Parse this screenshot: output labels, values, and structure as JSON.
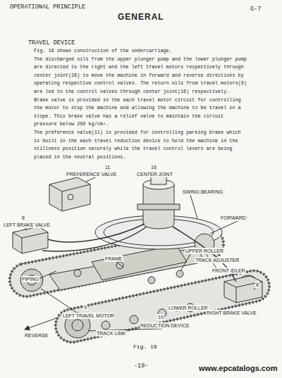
{
  "diagram": {
    "title": "GENERAL",
    "caption": "Fig. 18",
    "labels": [
      "OPERATIONAL PRINCIPLE",
      "G-7",
      "TRAVEL DEVICE",
      "Fig. 18 shows construction of the undercarriage.",
      "The discharged oils from the upper plunger pump and the lower plunger pump are directed to the right and the left travel motors respectively through center joint(16) to move the machine in forward and reverse directions by operating respective control valves. The return oils from travel motors(9) are led to the control valves through center joint(16) respectively.",
      "Brake valve is provided in the each travel motor circuit for controlling the motor to stop the machine and allowing the machine to be travel on a slope. This brake valve has a relief valve to maintain the circuit pressure below 250 kg/cm².",
      "The preference valve(11) is provided for controlling parking brake which is built in the each travel reduction device to hold the machine in the stillness position securely while the travel control levers are being placed in the neutral positions.",
      "11",
      "PREFERENCE VALVE",
      "16",
      "CENTER JOINT",
      "SWING BEARING",
      "FORWARD",
      "8",
      "LEFT BRAKE VALVE",
      "FRAME",
      "UPPER ROLLER",
      "TRACK ADJUSTER",
      "FRONT IDLER",
      "PIPING",
      "9",
      "LEFT TRAVEL MOTOR",
      "LOWER ROLLER",
      "8",
      "RIGHT BRAKE VALVE",
      "10",
      "REDUCTION DEVICE",
      "TRACK LINK",
      "REVERSE",
      "-19-",
      "www.epcatalogs.com"
    ]
  }
}
